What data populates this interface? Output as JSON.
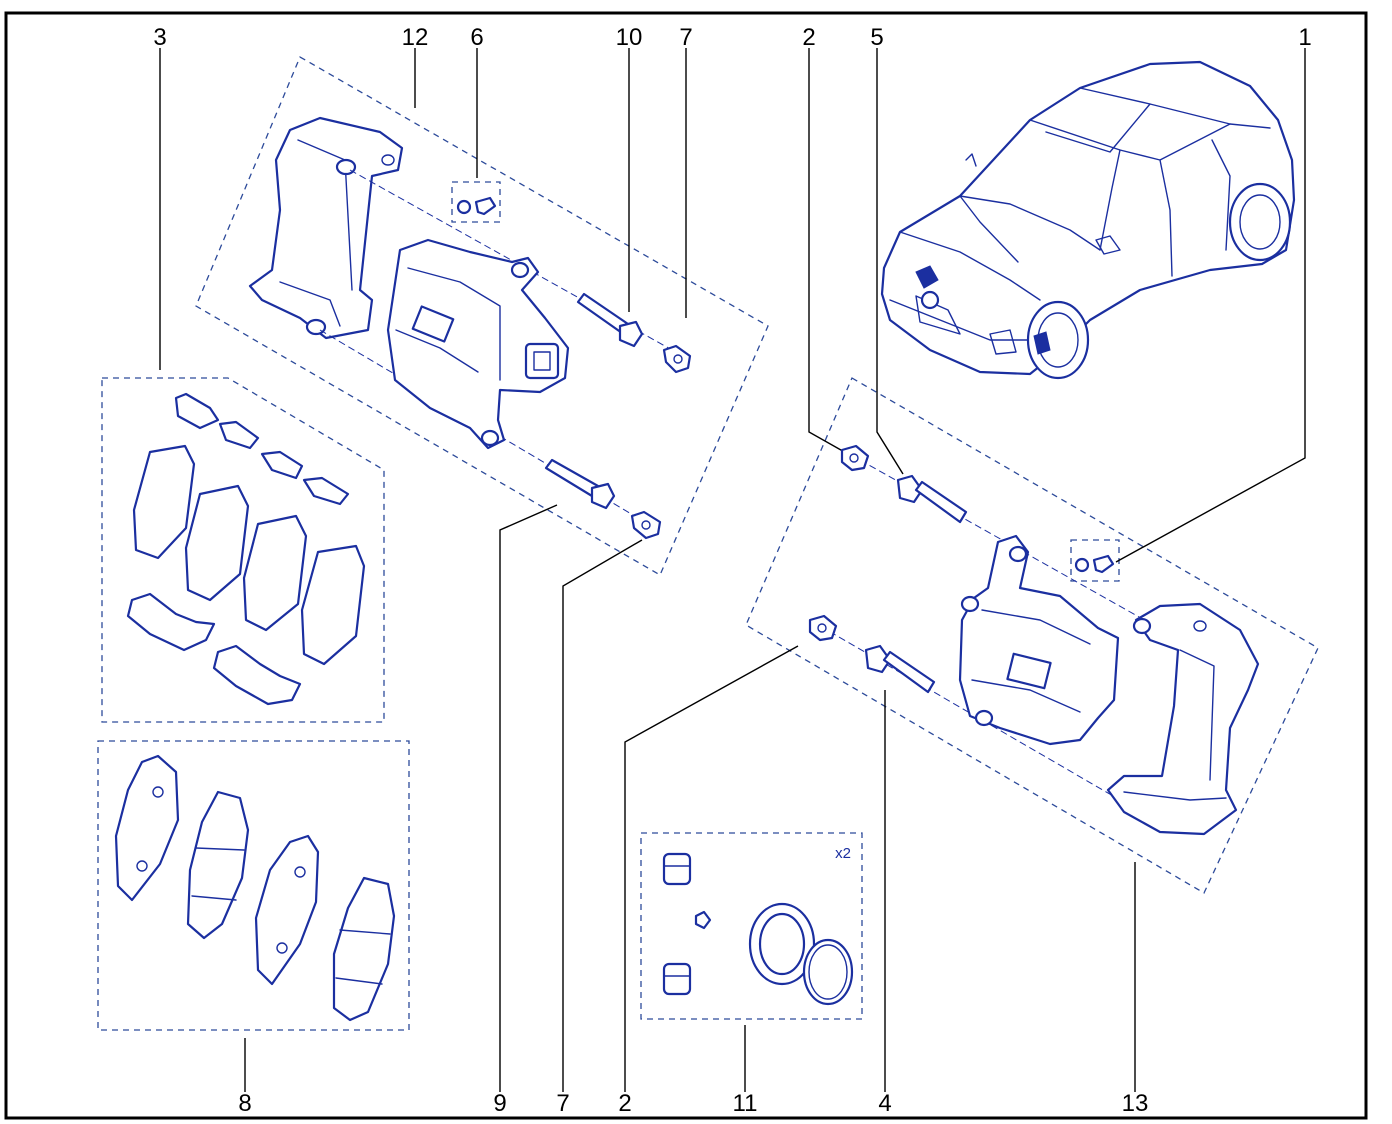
{
  "callouts": {
    "c3": "3",
    "c12": "12",
    "c6": "6",
    "c10": "10",
    "c7_top": "7",
    "c2_top": "2",
    "c5": "5",
    "c1": "1",
    "c8": "8",
    "c9": "9",
    "c7_bottom": "7",
    "c2_bottom": "2",
    "c11": "11",
    "c4": "4",
    "c13": "13"
  },
  "seal_kit_quantity": "x2",
  "colors": {
    "line": "#1b2fa0",
    "frame": "#000000",
    "dash": "#2c4a9a"
  }
}
